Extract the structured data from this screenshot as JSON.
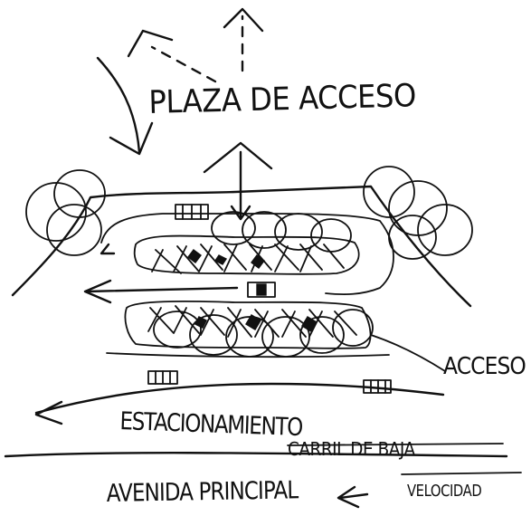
{
  "labels": {
    "plaza": "PLAZA DE ACCESO",
    "acceso": "ACCESO",
    "estacionamiento": "ESTACIONAMIENTO",
    "carril": "CARRIL DE BAJA",
    "velocidad": "VELOCIDAD",
    "avenida": "AVENIDA PRINCIPAL"
  },
  "colors": {
    "ink": "#111111",
    "paper": "#ffffff"
  }
}
